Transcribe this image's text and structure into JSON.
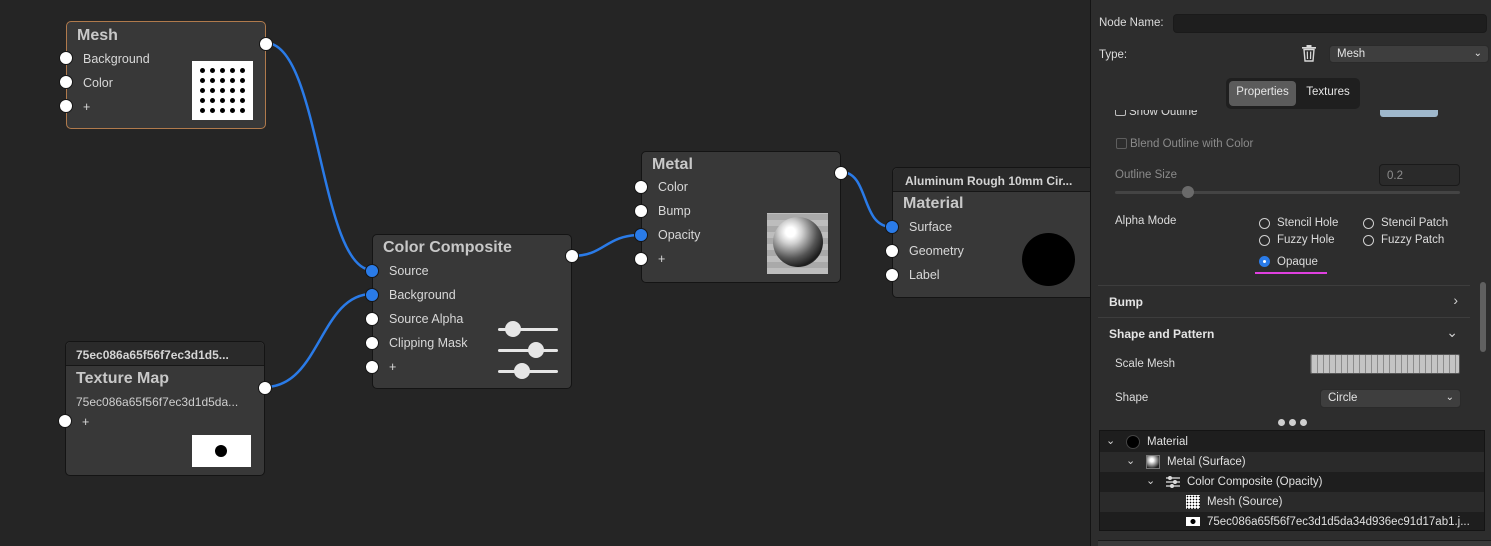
{
  "graph": {
    "mesh_node": {
      "title": "Mesh",
      "ports": [
        "Background",
        "Color",
        "+"
      ]
    },
    "texture_node": {
      "subtitle": "75ec086a65f56f7ec3d1d5...",
      "title": "Texture Map",
      "filename": "75ec086a65f56f7ec3d1d5da...",
      "ports": [
        "+"
      ]
    },
    "composite_node": {
      "title": "Color Composite",
      "ports": [
        "Source",
        "Background",
        "Source Alpha",
        "Clipping Mask",
        "+"
      ]
    },
    "metal_node": {
      "title": "Metal",
      "ports": [
        "Color",
        "Bump",
        "Opacity",
        "+"
      ]
    },
    "material_node": {
      "subtitle": "Aluminum Rough 10mm Cir...",
      "title": "Material",
      "ports": [
        "Surface",
        "Geometry",
        "Label"
      ]
    },
    "wire_color": "#2a7be8"
  },
  "panel": {
    "node_name_label": "Node Name:",
    "node_name_value": "",
    "type_label": "Type:",
    "type_value": "Mesh",
    "tabs": [
      "Properties",
      "Textures"
    ],
    "active_tab": "Properties",
    "show_outline_label": "Show Outline",
    "blend_outline_label": "Blend Outline with Color",
    "outline_size_label": "Outline Size",
    "outline_size_value": "0.2",
    "alpha_mode_label": "Alpha Mode",
    "alpha_options": [
      "Stencil Hole",
      "Stencil Patch",
      "Fuzzy Hole",
      "Fuzzy Patch",
      "Opaque"
    ],
    "alpha_selected": "Opaque",
    "highlight_color": "#e040e0",
    "sections": [
      {
        "title": "Bump",
        "state": "collapsed"
      },
      {
        "title": "Shape and Pattern",
        "state": "expanded"
      }
    ],
    "scale_mesh_label": "Scale Mesh",
    "shape_label": "Shape",
    "shape_value": "Circle",
    "more_icon": "ellipsis-icon"
  },
  "tree": {
    "rows": [
      {
        "label": "Material",
        "icon": "black-circle-icon",
        "level": 0
      },
      {
        "label": "Metal (Surface)",
        "icon": "metal-thumbnail-icon",
        "level": 1
      },
      {
        "label": "Color Composite (Opacity)",
        "icon": "sliders-icon",
        "level": 2
      },
      {
        "label": "Mesh (Source)",
        "icon": "dot-grid-icon",
        "level": 3
      },
      {
        "label": "75ec086a65f56f7ec3d1d5da34d936ec91d17ab1.j...",
        "icon": "texture-thumbnail-icon",
        "level": 3
      }
    ]
  }
}
